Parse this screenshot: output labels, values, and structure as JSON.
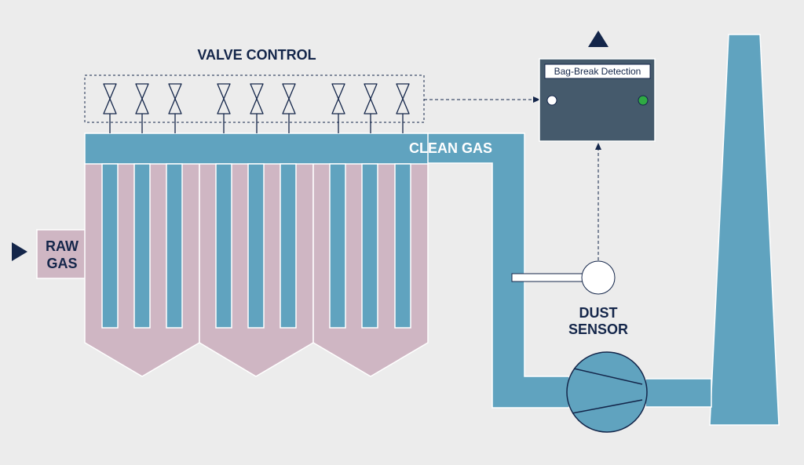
{
  "labels": {
    "valve_control": "VALVE CONTROL",
    "clean_gas": "CLEAN GAS",
    "raw_gas_line1": "RAW",
    "raw_gas_line2": "GAS",
    "dust_sensor_line1": "DUST",
    "dust_sensor_line2": "SENSOR",
    "detector_title": "Bag-Break Detection"
  },
  "colors": {
    "background": "#ececec",
    "clean_gas_blue": "#60a3bf",
    "raw_gas_pink": "#cfb6c3",
    "outline": "#ffffff",
    "navy": "#14264a",
    "detector_panel": "#455a6c",
    "indicator_left": "#ffffff",
    "indicator_right": "#2faa43"
  },
  "icons": {
    "arrow_raw_gas": "triangle-right-icon",
    "arrow_detector": "triangle-up-icon",
    "valve": "valve-icon",
    "fan": "fan-icon",
    "sensor": "dust-sensor-icon"
  }
}
